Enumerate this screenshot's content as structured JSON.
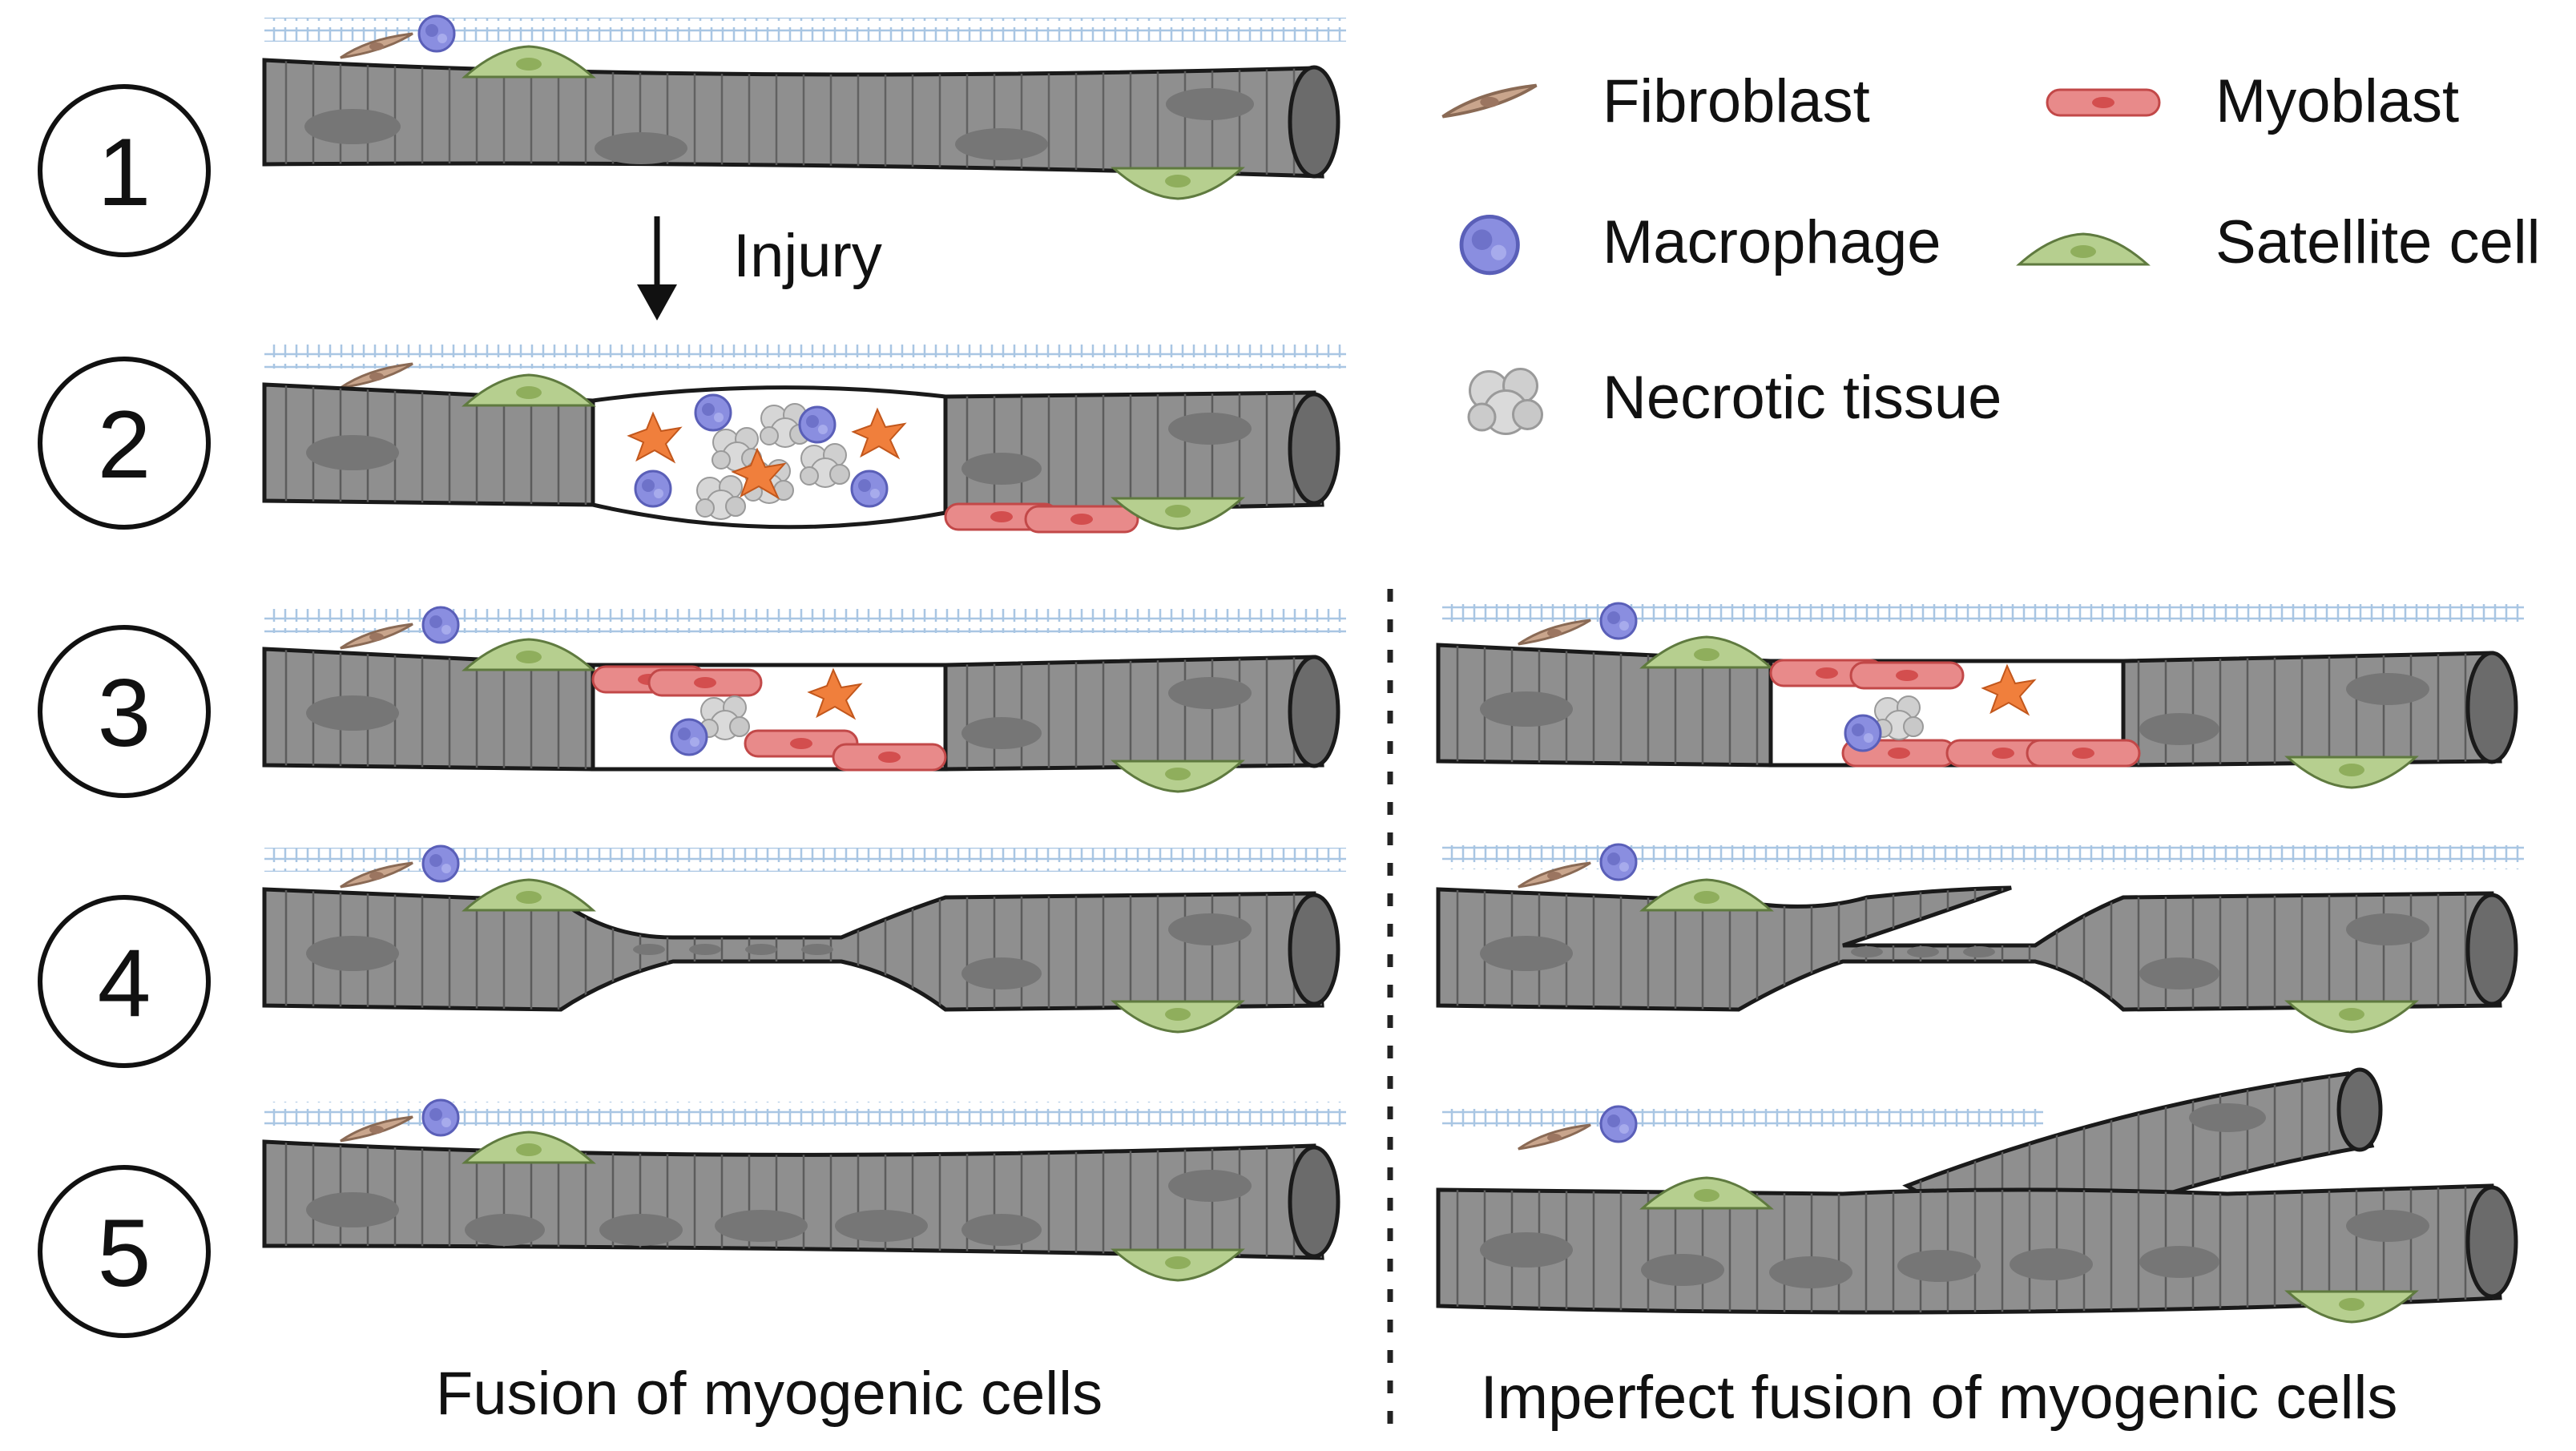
{
  "steps": [
    "1",
    "2",
    "3",
    "4",
    "5"
  ],
  "injury_label": "Injury",
  "legend": {
    "fibroblast": "Fibroblast",
    "myoblast": "Myoblast",
    "macrophage": "Macrophage",
    "satellite_cell": "Satellite cell",
    "necrotic_tissue": "Necrotic tissue"
  },
  "captions": {
    "left": "Fusion of myogenic cells",
    "right": "Imperfect fusion of myogenic cells"
  },
  "colors": {
    "fiber": "#8f8f8f",
    "fibroblast": "#c9a58c",
    "myoblast": "#e06c6c",
    "macrophage": "#8a8ee0",
    "satellite_cell": "#b6cf8f",
    "activated_fibroblast": "#f07f3c",
    "ecm": "#a9c6e3"
  }
}
